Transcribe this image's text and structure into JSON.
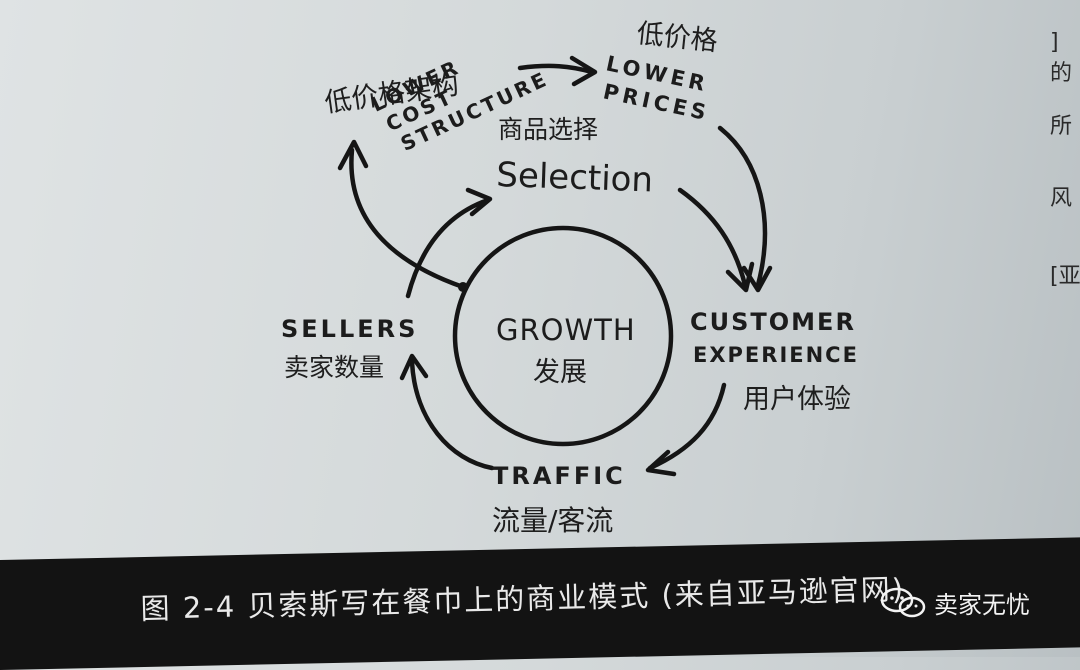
{
  "diagram": {
    "top_left_cn": "低价格架构",
    "top_left_en": [
      "LOWER",
      "COST",
      "STRUCTURE"
    ],
    "top_right_cn": "低价格",
    "top_right_en": [
      "LOWER",
      "PRICES"
    ],
    "selection_cn": "商品选择",
    "selection_en": "Selection",
    "center_en": "GROWTH",
    "center_cn": "发展",
    "right_en": [
      "CUSTOMER",
      "EXPERIENCE"
    ],
    "right_cn": "用户体验",
    "bottom_en": "TRAFFIC",
    "bottom_cn": "流量/客流",
    "left_en": "SELLERS",
    "left_cn": "卖家数量"
  },
  "caption": {
    "text": "图 2-4   贝索斯写在餐巾上的商业模式   (来自亚马逊官网)"
  },
  "watermark": {
    "text": "卖家无忧",
    "icon": "wechat-icon"
  },
  "edge_fragments": [
    "]的",
    "所",
    "风",
    "[亚"
  ]
}
